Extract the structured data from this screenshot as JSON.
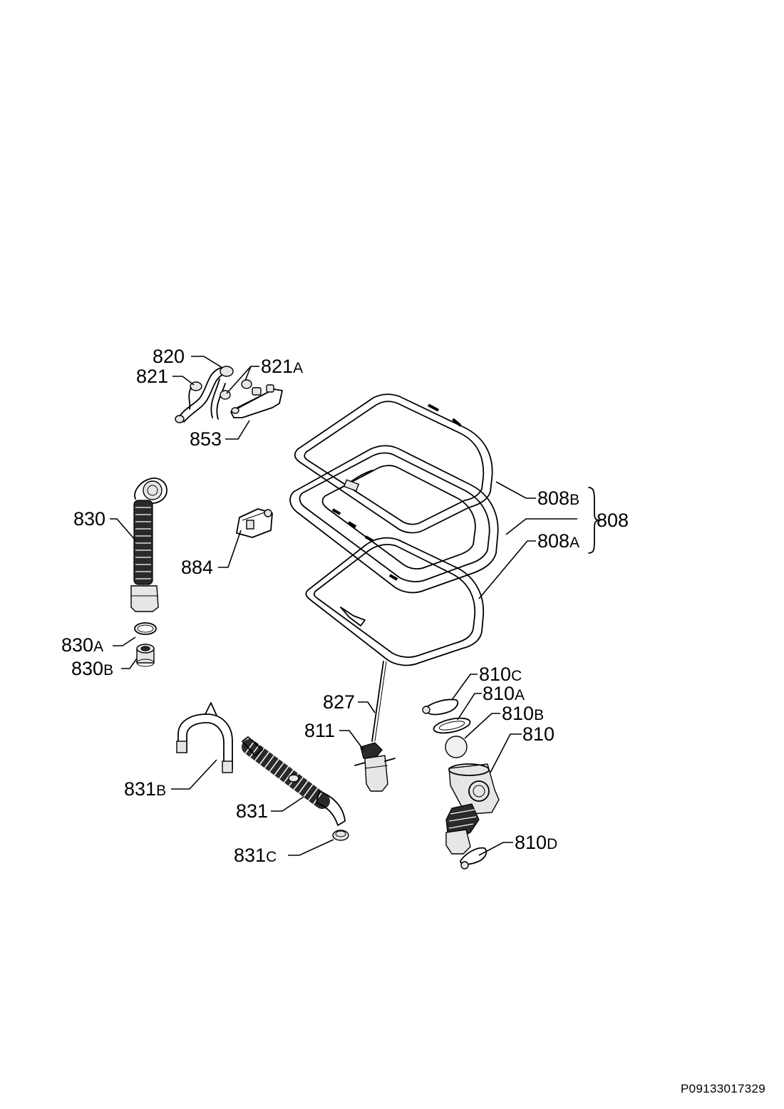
{
  "diagram": {
    "labels": {
      "l820": {
        "num": "820",
        "suf": ""
      },
      "l821": {
        "num": "821",
        "suf": ""
      },
      "l821a": {
        "num": "821",
        "suf": "A"
      },
      "l853": {
        "num": "853",
        "suf": ""
      },
      "l830": {
        "num": "830",
        "suf": ""
      },
      "l830a": {
        "num": "830",
        "suf": "A"
      },
      "l830b": {
        "num": "830",
        "suf": "B"
      },
      "l884": {
        "num": "884",
        "suf": ""
      },
      "l808b": {
        "num": "808",
        "suf": "B"
      },
      "l808": {
        "num": "808",
        "suf": ""
      },
      "l808a": {
        "num": "808",
        "suf": "A"
      },
      "l827": {
        "num": "827",
        "suf": ""
      },
      "l811": {
        "num": "811",
        "suf": ""
      },
      "l810c": {
        "num": "810",
        "suf": "C"
      },
      "l810a": {
        "num": "810",
        "suf": "A"
      },
      "l810b": {
        "num": "810",
        "suf": "B"
      },
      "l810": {
        "num": "810",
        "suf": ""
      },
      "l810d": {
        "num": "810",
        "suf": "D"
      },
      "l831b": {
        "num": "831",
        "suf": "B"
      },
      "l831": {
        "num": "831",
        "suf": ""
      },
      "l831c": {
        "num": "831",
        "suf": "C"
      }
    }
  },
  "document_id": "P09133017329"
}
